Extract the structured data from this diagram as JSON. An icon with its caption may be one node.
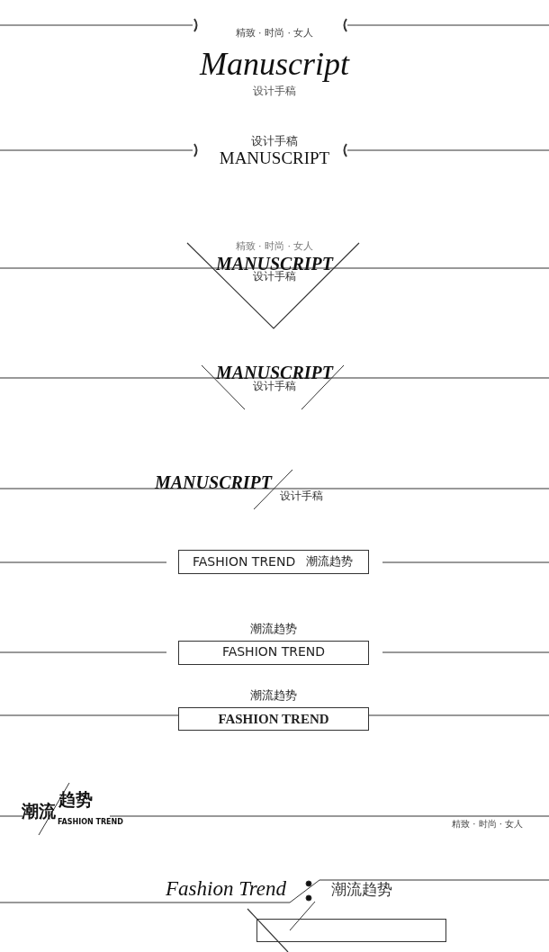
{
  "diagram": {
    "nodes": [
      {
        "text": [
          "FASHION TREND",
          "潮流趋势"
        ]
      },
      {
        "text": [
          "潮流趋势",
          "FASHION TREND"
        ]
      },
      {
        "text": [
          "潮流趋势",
          "FASHION TREND"
        ]
      },
      {
        "text": [],
        "shape": "box"
      }
    ],
    "edges": [],
    "labels": [
      "精致 · 时尚 · 女人",
      "Manuscript",
      "设计手稿",
      "设计手稿",
      "MANUSCRIPT",
      "精致 · 时尚 · 女人",
      "MANUSCRIPT",
      "设计手稿",
      "MANUSCRIPT",
      "设计手稿",
      "MANUSCRIPT",
      "设计手稿",
      "潮流",
      "趋势",
      "FASHION TREND",
      "精致 · 时尚 · 女人",
      "Fashion Trend",
      "潮流趋势"
    ]
  }
}
